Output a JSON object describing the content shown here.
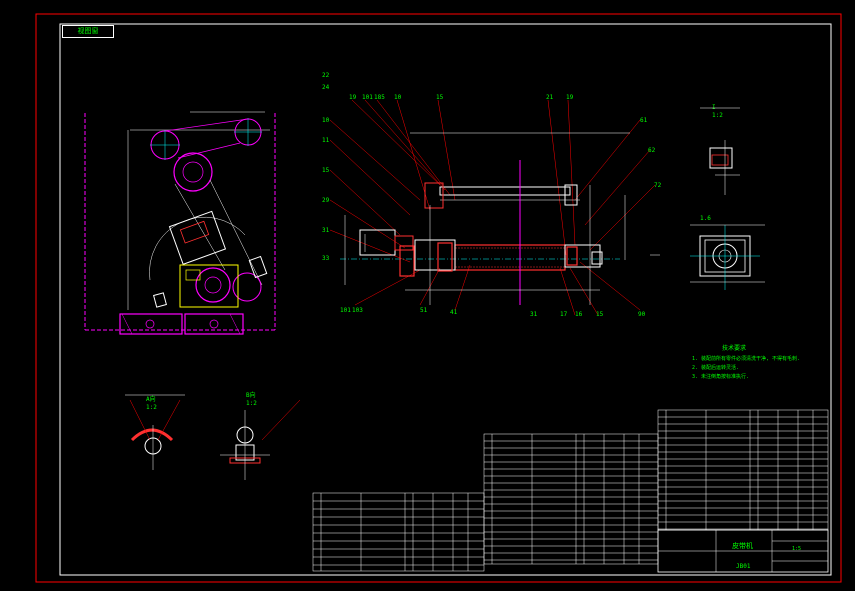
{
  "stamp": "视图窗",
  "notes": {
    "title": "技术要求",
    "lines": [
      "1. 装配前所有零件必须清洗干净, 不得有毛刺.",
      "2. 装配后运转灵活.",
      "3. 未注倒角按标准执行."
    ]
  },
  "title_block": {
    "name": "皮带机",
    "drawing_no": "JB01",
    "scale": "1:5"
  },
  "view_labels": {
    "section_a": "A向",
    "section_a_scale": "1:2",
    "section_b": "B向",
    "section_b_scale": "1:2",
    "detail": "I",
    "detail_scale": "1:2"
  },
  "colors": {
    "frame": "#ff0000",
    "line": "#ffffff",
    "text": "#00ff00",
    "part": "#ff00ff",
    "hatch": "#ff3030",
    "leader": "#ff0000"
  }
}
